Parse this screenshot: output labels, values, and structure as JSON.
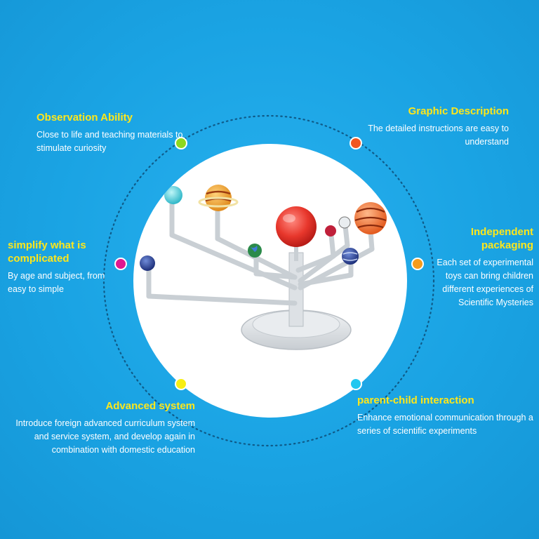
{
  "features": {
    "observation": {
      "title": "Observation Ability",
      "text": "Close to life and teaching materials to stimulate curiosity"
    },
    "graphic": {
      "title": "Graphic Description",
      "text": "The detailed instructions are easy to understand"
    },
    "simplify": {
      "title": "simplify what is complicated",
      "text": "By age and subject, from easy to simple"
    },
    "independent": {
      "title": "Independent packaging",
      "text": "Each set of experimental toys can bring children different experiences of Scientific Mysteries"
    },
    "advanced": {
      "title": "Advanced system",
      "text": "Introduce foreign advanced curriculum system and service system, and develop again in combination with domestic education"
    },
    "parent": {
      "title": "parent-child interaction",
      "text": "Enhance emotional communication through a series of scientific experiments"
    }
  },
  "colors": {
    "background": "#1aa3e3",
    "title": "#ffe71a",
    "dot_green": "#8ed81f",
    "dot_red": "#f2561f",
    "dot_magenta": "#e0178f",
    "dot_orange": "#f59b1c",
    "dot_yellow": "#f7ee14",
    "dot_cyan": "#22c7f0"
  },
  "product": {
    "name": "solar-system-model",
    "planets": [
      "neptune",
      "uranus",
      "saturn",
      "earth",
      "sun",
      "mars",
      "moon",
      "jupiter",
      "venus"
    ]
  }
}
